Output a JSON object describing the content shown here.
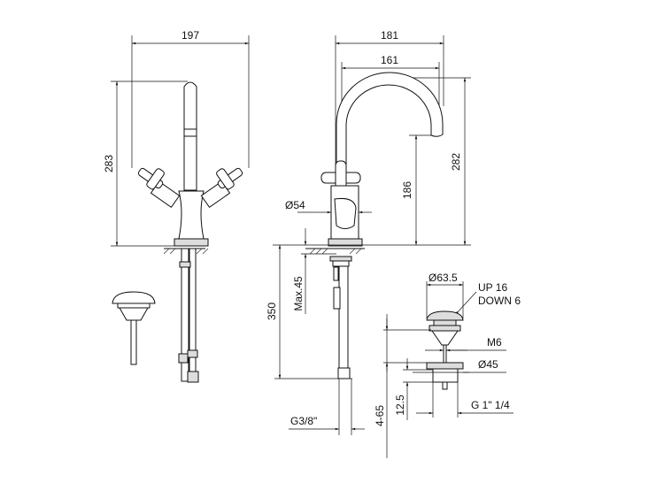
{
  "dimensions": {
    "front_width": "197",
    "front_height": "283",
    "side_reach_outer": "181",
    "side_reach_inner": "161",
    "side_height": "282",
    "spout_height": "186",
    "base_diameter": "Ø54",
    "max_deck": "Max.45",
    "hose_length": "350",
    "hose_thread": "G3/8\"",
    "popup_cap_diameter": "Ø63.5",
    "popup_up": "UP 16",
    "popup_down": "DOWN 6",
    "popup_rod_thread": "M6",
    "popup_flange_diameter": "Ø45",
    "popup_range": "4-65",
    "popup_flange_height": "12.5",
    "popup_thread": "G 1\" 1/4"
  }
}
